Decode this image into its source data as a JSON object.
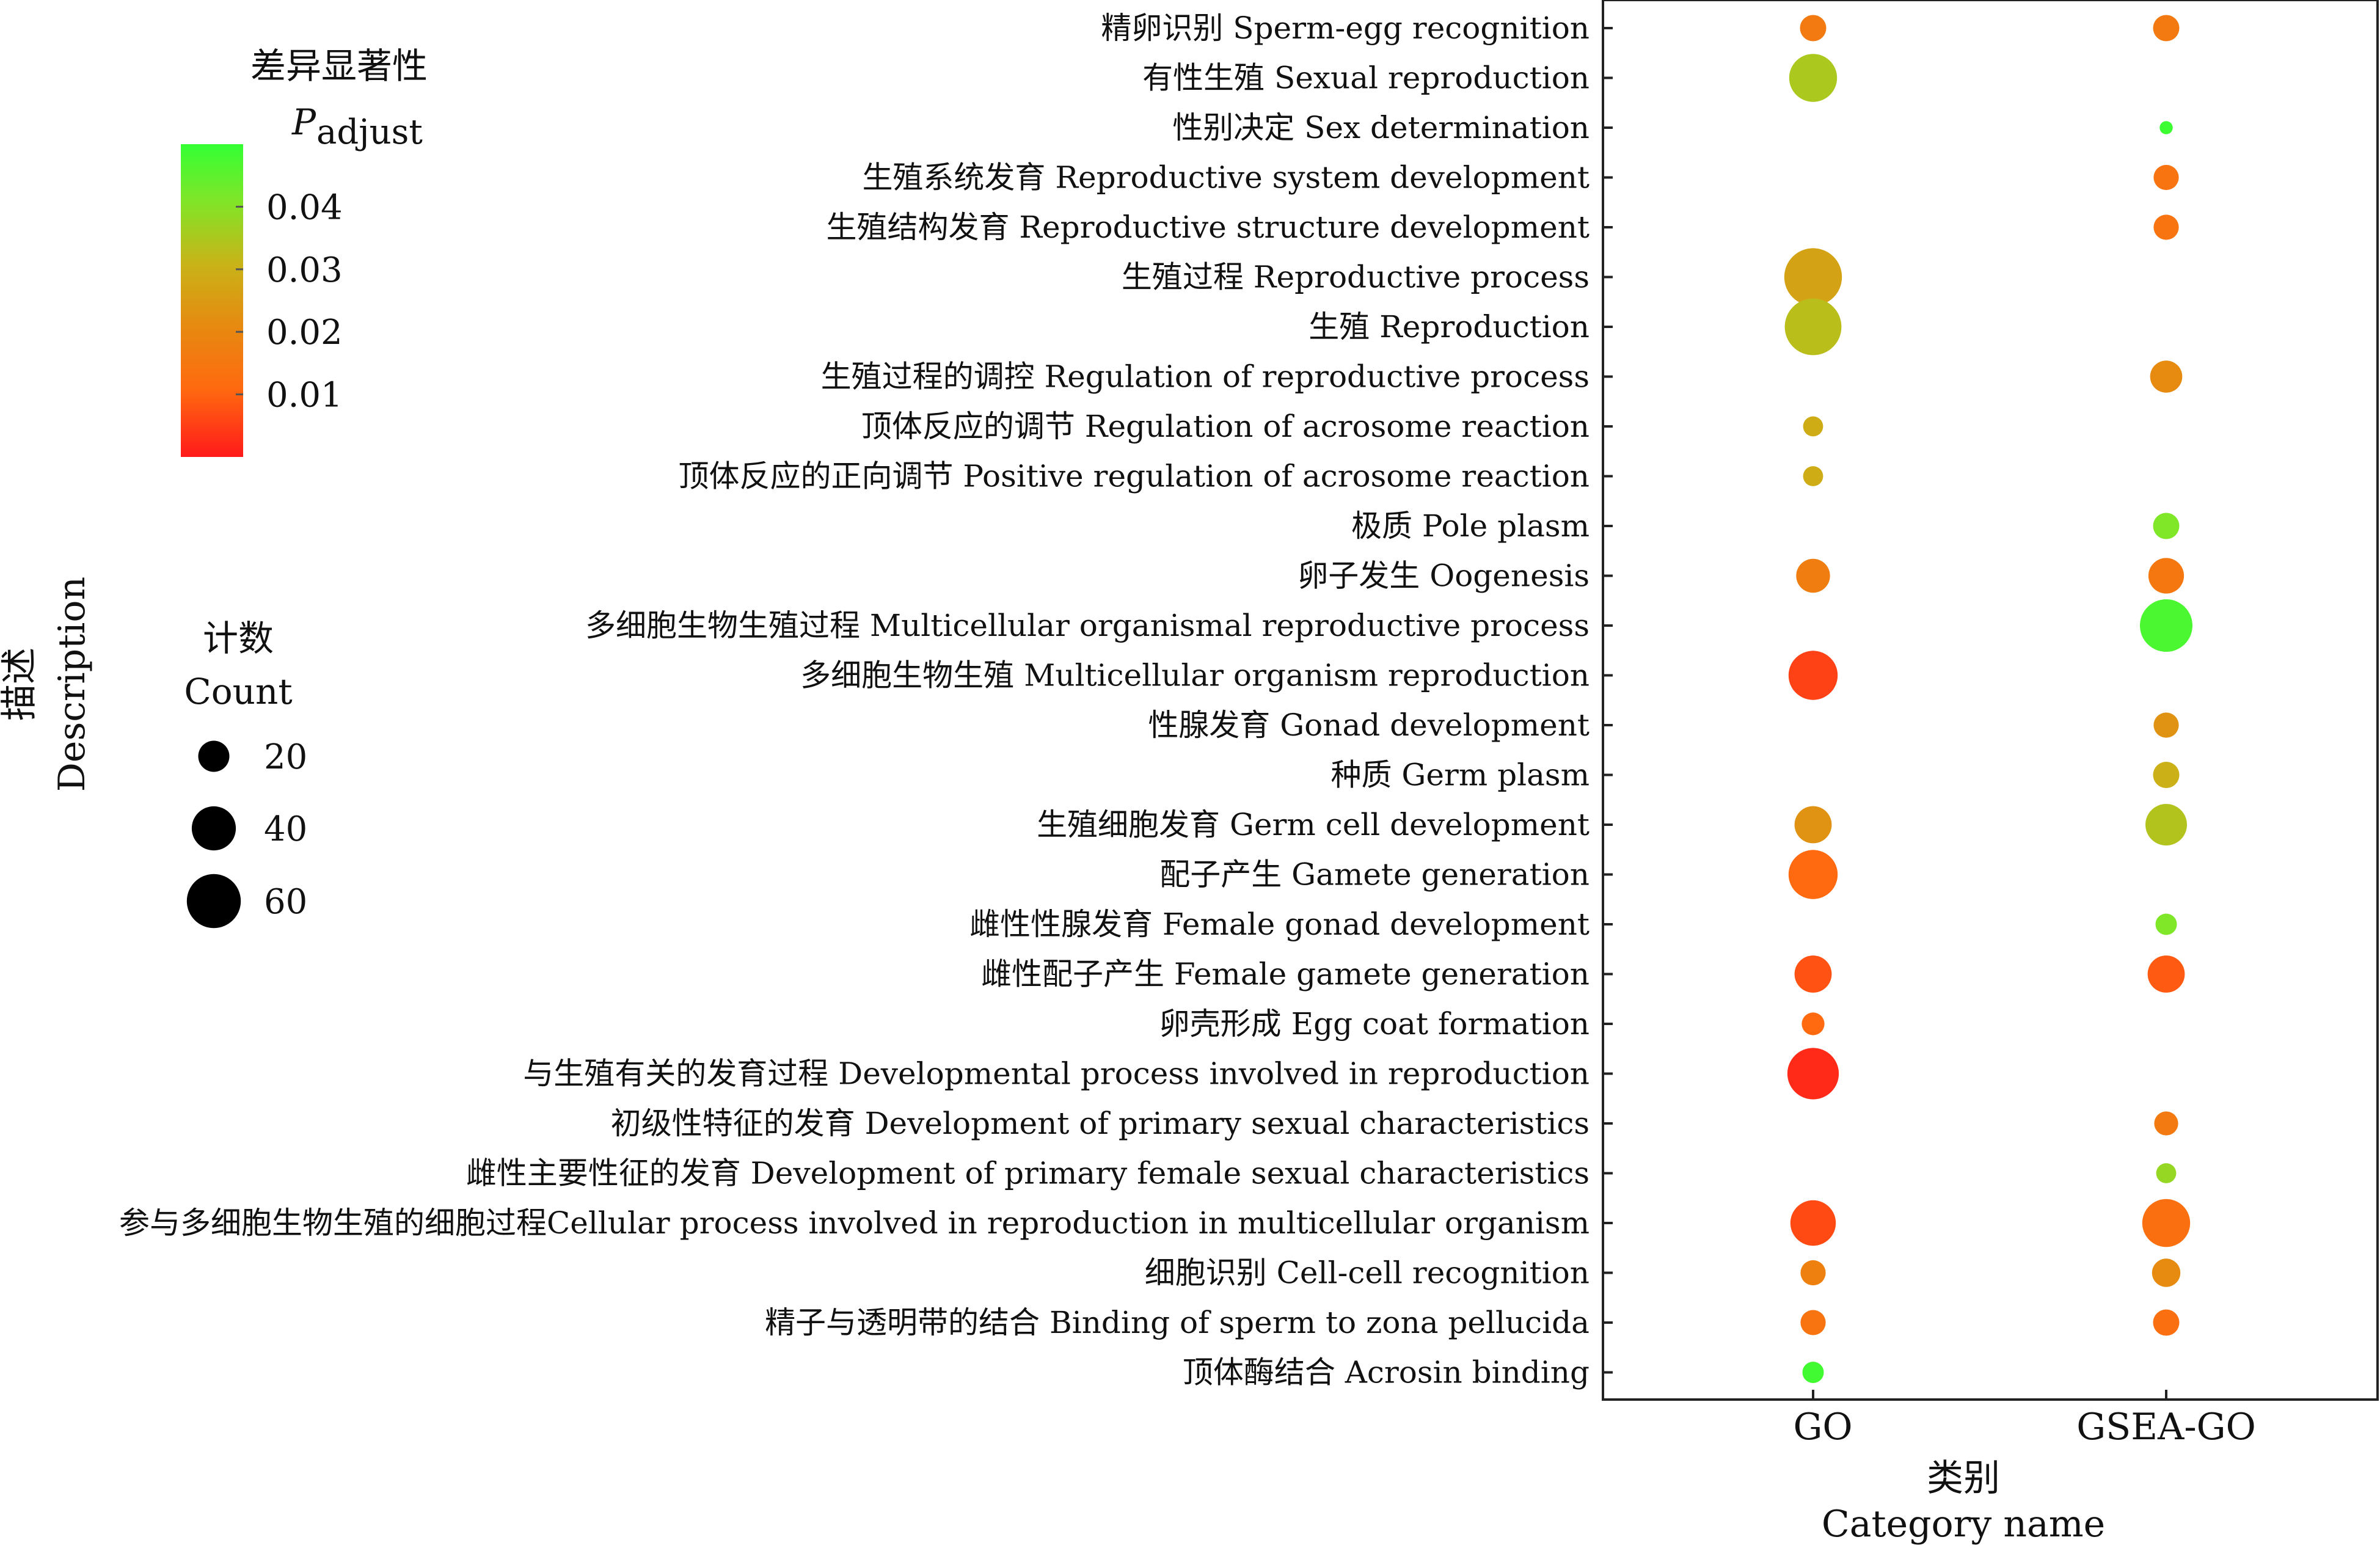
{
  "chart_data": {
    "type": "scatter",
    "subtype": "bubble",
    "categories": [
      "GO",
      "GSEA-GO"
    ],
    "terms": [
      "精卵识别 Sperm-egg recognition",
      "有性生殖 Sexual reproduction",
      "性别决定 Sex determination",
      "生殖系统发育 Reproductive system development",
      "生殖结构发育 Reproductive structure development",
      "生殖过程 Reproductive process",
      "生殖 Reproduction",
      "生殖过程的调控 Regulation of reproductive process",
      "顶体反应的调节 Regulation of acrosome reaction",
      "顶体反应的正向调节 Positive regulation of acrosome reaction",
      "极质 Pole plasm",
      "卵子发生 Oogenesis",
      "多细胞生物生殖过程 Multicellular organismal reproductive process",
      "多细胞生物生殖 Multicellular organism reproduction",
      "性腺发育 Gonad development",
      "种质 Germ plasm",
      "生殖细胞发育 Germ cell development",
      "配子产生 Gamete generation",
      "雌性性腺发育 Female gonad development",
      "雌性配子产生 Female gamete generation",
      "卵壳形成 Egg coat formation",
      "与生殖有关的发育过程 Developmental process involved in reproduction",
      "初级性特征的发育 Development of primary sexual characteristics",
      "雌性主要性征的发育 Development of primary female sexual characteristics",
      "参与多细胞生物生殖的细胞过程Cellular process involved in reproduction in multicellular organism",
      "细胞识别 Cell-cell recognition",
      "精子与透明带的结合 Binding of sperm to zona pellucida",
      "顶体酶结合 Acrosin binding"
    ],
    "points": [
      {
        "term": 0,
        "category": "GO",
        "count": 12,
        "p_adjust": 0.015
      },
      {
        "term": 0,
        "category": "GSEA-GO",
        "count": 12,
        "p_adjust": 0.015
      },
      {
        "term": 1,
        "category": "GO",
        "count": 40,
        "p_adjust": 0.034
      },
      {
        "term": 2,
        "category": "GSEA-GO",
        "count": 3,
        "p_adjust": 0.049
      },
      {
        "term": 3,
        "category": "GSEA-GO",
        "count": 11,
        "p_adjust": 0.013
      },
      {
        "term": 4,
        "category": "GSEA-GO",
        "count": 11,
        "p_adjust": 0.013
      },
      {
        "term": 5,
        "category": "GO",
        "count": 58,
        "p_adjust": 0.026
      },
      {
        "term": 6,
        "category": "GO",
        "count": 56,
        "p_adjust": 0.032
      },
      {
        "term": 7,
        "category": "GSEA-GO",
        "count": 18,
        "p_adjust": 0.02
      },
      {
        "term": 8,
        "category": "GO",
        "count": 7,
        "p_adjust": 0.028
      },
      {
        "term": 9,
        "category": "GO",
        "count": 7,
        "p_adjust": 0.028
      },
      {
        "term": 10,
        "category": "GSEA-GO",
        "count": 12,
        "p_adjust": 0.04
      },
      {
        "term": 11,
        "category": "GO",
        "count": 20,
        "p_adjust": 0.016
      },
      {
        "term": 11,
        "category": "GSEA-GO",
        "count": 22,
        "p_adjust": 0.014
      },
      {
        "term": 12,
        "category": "GSEA-GO",
        "count": 48,
        "p_adjust": 0.047
      },
      {
        "term": 13,
        "category": "GO",
        "count": 42,
        "p_adjust": 0.005
      },
      {
        "term": 14,
        "category": "GSEA-GO",
        "count": 11,
        "p_adjust": 0.022
      },
      {
        "term": 15,
        "category": "GSEA-GO",
        "count": 12,
        "p_adjust": 0.029
      },
      {
        "term": 16,
        "category": "GO",
        "count": 24,
        "p_adjust": 0.022
      },
      {
        "term": 16,
        "category": "GSEA-GO",
        "count": 30,
        "p_adjust": 0.033
      },
      {
        "term": 17,
        "category": "GO",
        "count": 42,
        "p_adjust": 0.01
      },
      {
        "term": 18,
        "category": "GSEA-GO",
        "count": 8,
        "p_adjust": 0.04
      },
      {
        "term": 19,
        "category": "GO",
        "count": 24,
        "p_adjust": 0.007
      },
      {
        "term": 19,
        "category": "GSEA-GO",
        "count": 24,
        "p_adjust": 0.008
      },
      {
        "term": 20,
        "category": "GO",
        "count": 9,
        "p_adjust": 0.01
      },
      {
        "term": 21,
        "category": "GO",
        "count": 46,
        "p_adjust": 0.002
      },
      {
        "term": 22,
        "category": "GSEA-GO",
        "count": 10,
        "p_adjust": 0.015
      },
      {
        "term": 23,
        "category": "GSEA-GO",
        "count": 7,
        "p_adjust": 0.037
      },
      {
        "term": 24,
        "category": "GO",
        "count": 36,
        "p_adjust": 0.006
      },
      {
        "term": 24,
        "category": "GSEA-GO",
        "count": 40,
        "p_adjust": 0.012
      },
      {
        "term": 25,
        "category": "GO",
        "count": 11,
        "p_adjust": 0.017
      },
      {
        "term": 25,
        "category": "GSEA-GO",
        "count": 14,
        "p_adjust": 0.02
      },
      {
        "term": 26,
        "category": "GO",
        "count": 11,
        "p_adjust": 0.013
      },
      {
        "term": 26,
        "category": "GSEA-GO",
        "count": 12,
        "p_adjust": 0.012
      },
      {
        "term": 27,
        "category": "GO",
        "count": 8,
        "p_adjust": 0.048
      }
    ],
    "xlabel_cn": "类别",
    "xlabel_en": "Category name",
    "ylabel_cn": "描述",
    "ylabel_en": "Description",
    "color_legend": {
      "title_cn": "差异显著性",
      "title_main": "P",
      "title_sub": "adjust",
      "ticks": [
        "0.01",
        "0.02",
        "0.03",
        "0.04"
      ],
      "tick_values": [
        0.01,
        0.02,
        0.03,
        0.04
      ],
      "range": [
        0.0,
        0.05
      ],
      "colors": [
        "#ff1a1a",
        "#ff6a10",
        "#e68a10",
        "#c8b418",
        "#7fe628",
        "#33ff33"
      ]
    },
    "size_legend": {
      "title_cn": "计数",
      "title_en": "Count",
      "values": [
        20,
        40,
        60
      ],
      "labels": [
        "20",
        "40",
        "60"
      ]
    }
  }
}
